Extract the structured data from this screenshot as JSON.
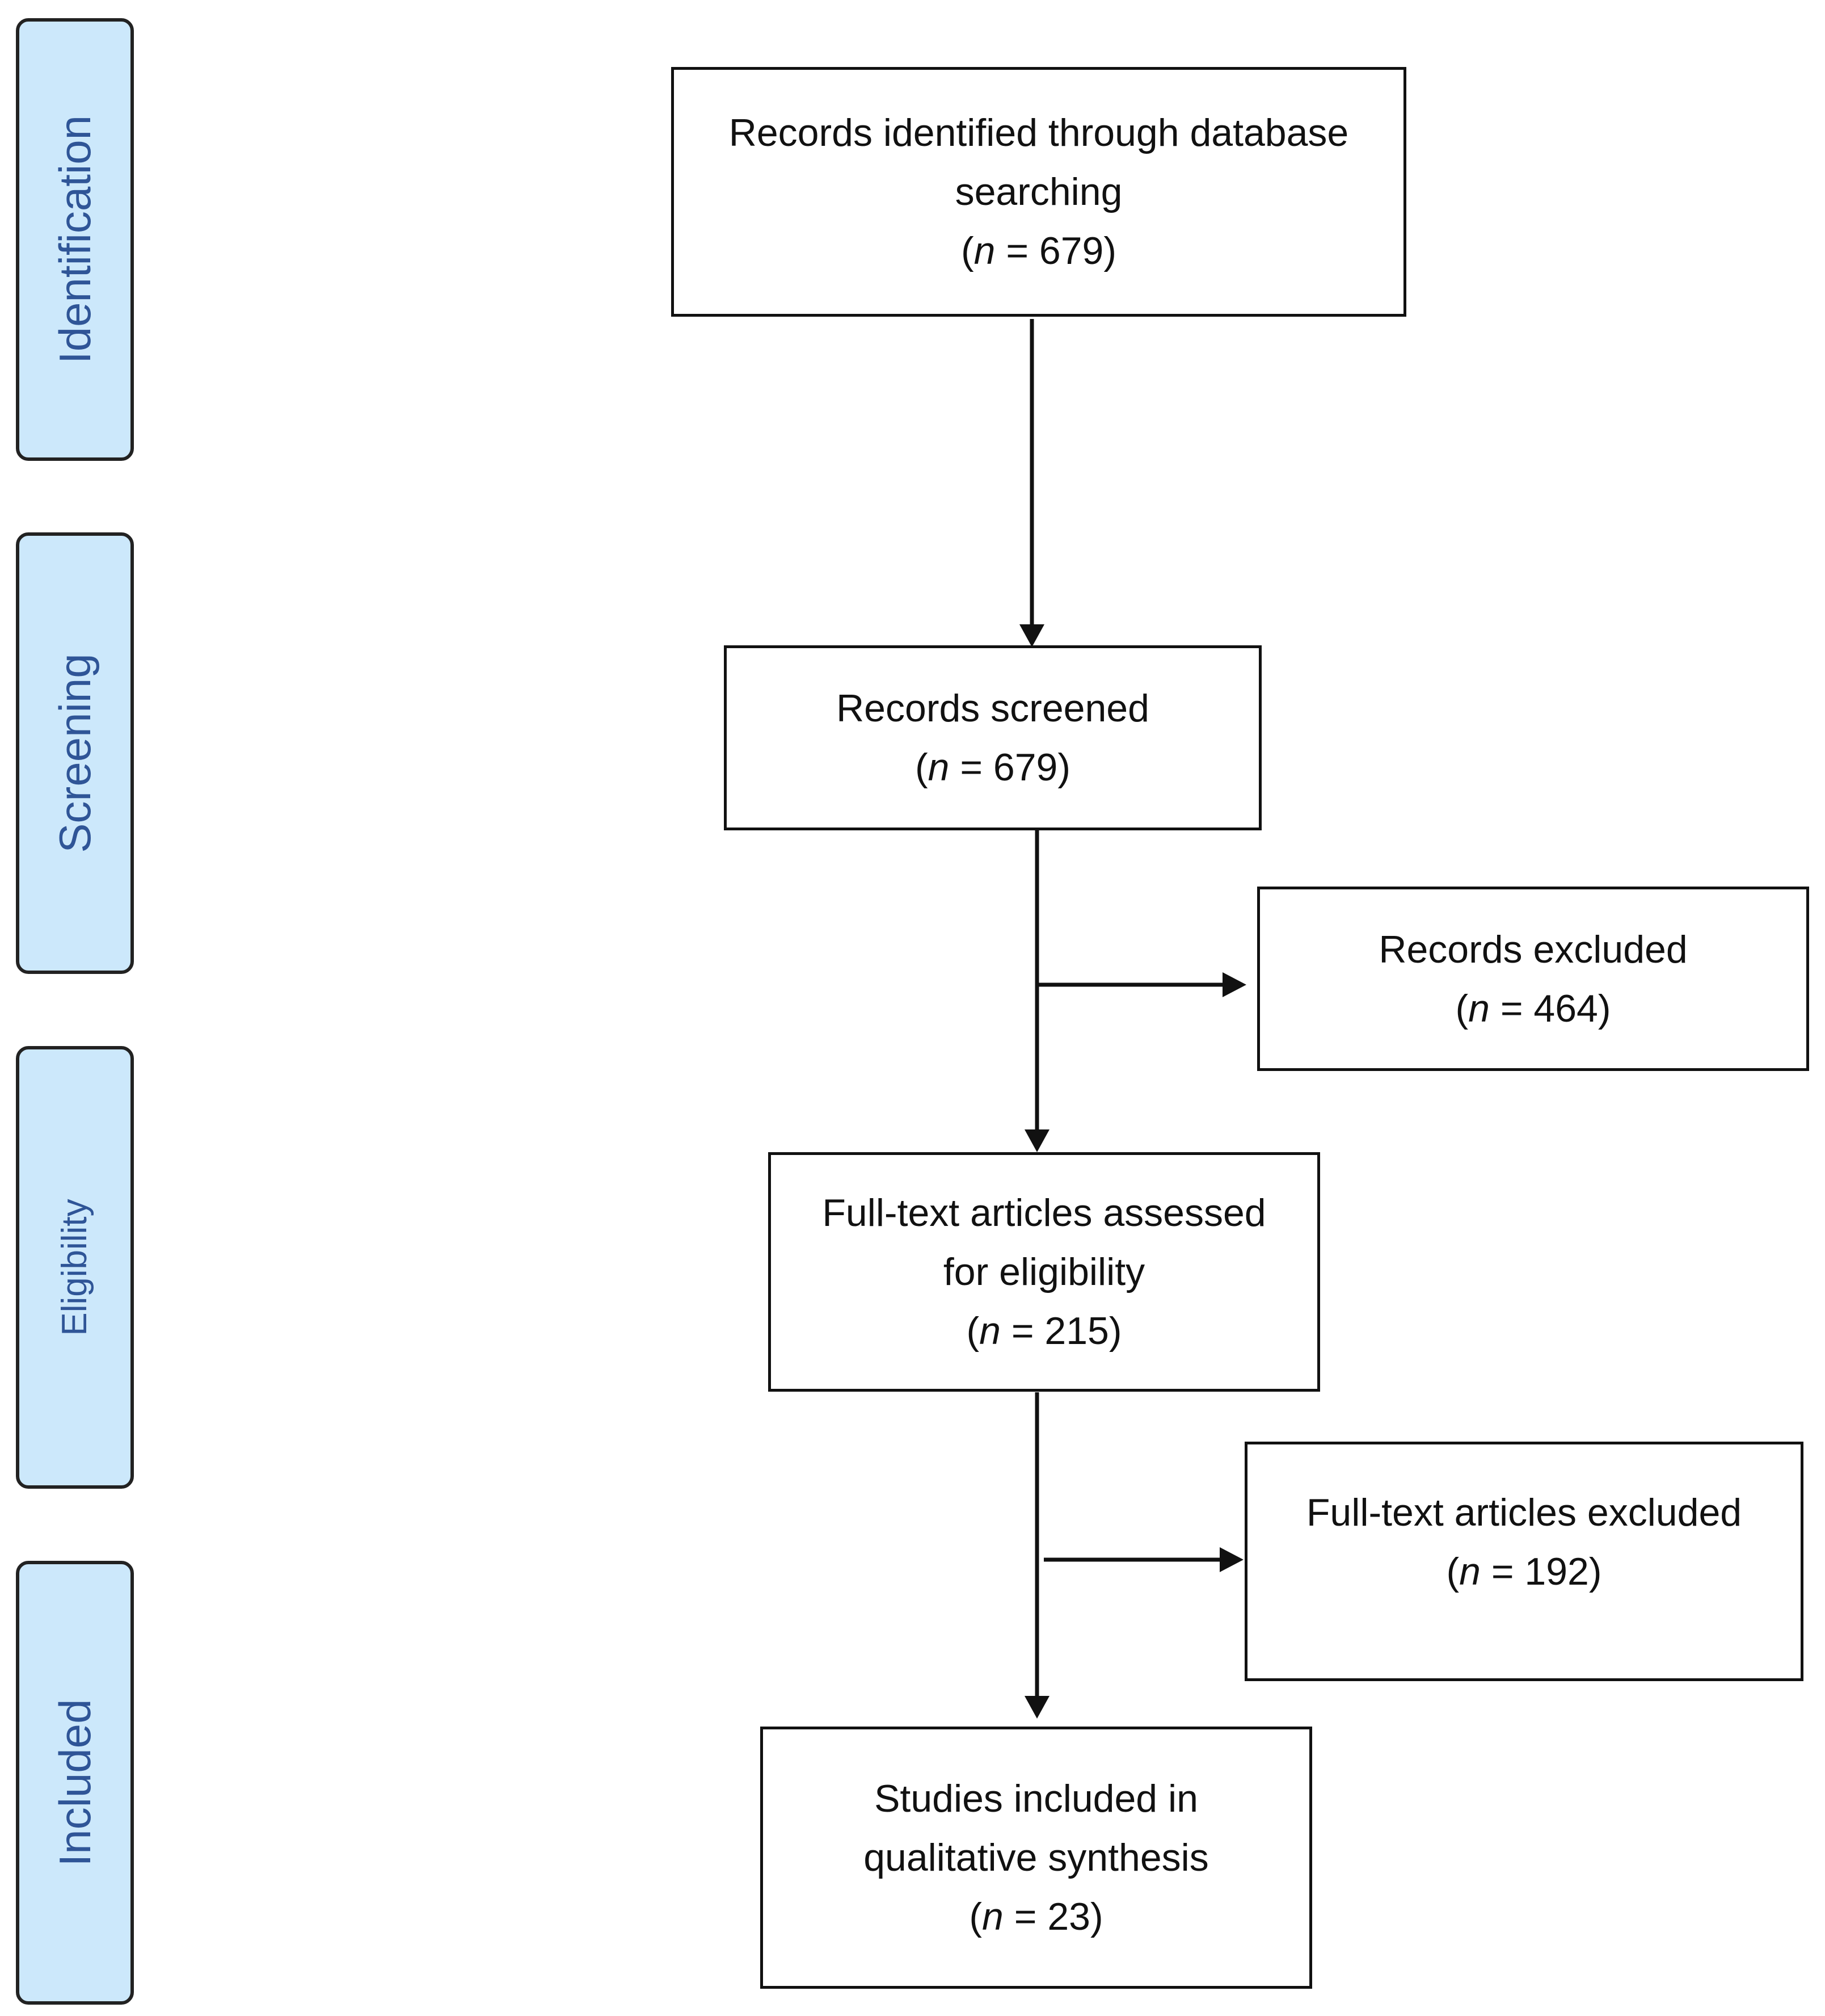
{
  "stages": {
    "identification": "Identification",
    "screening": "Screening",
    "eligibility": "Eligibility",
    "included": "Included"
  },
  "boxes": {
    "identified": {
      "line1": "Records identified through database",
      "line2": "searching",
      "n_symbol": "n",
      "n_value": "679"
    },
    "screened": {
      "line1": "Records screened",
      "n_symbol": "n",
      "n_value": "679"
    },
    "excluded": {
      "line1": "Records excluded",
      "n_symbol": "n",
      "n_value": "464"
    },
    "fulltext": {
      "line1": "Full-text articles assessed",
      "line2": "for eligibility",
      "n_symbol": "n",
      "n_value": "215"
    },
    "fulltext_excluded": {
      "line1": "Full-text articles excluded",
      "n_symbol": "n",
      "n_value": "192"
    },
    "included": {
      "line1": "Studies included in",
      "line2": "qualitative synthesis",
      "n_symbol": "n",
      "n_value": "23"
    }
  },
  "colors": {
    "stage_fill": "#cce8fb",
    "stage_text": "#2f5597",
    "stroke": "#111111"
  }
}
